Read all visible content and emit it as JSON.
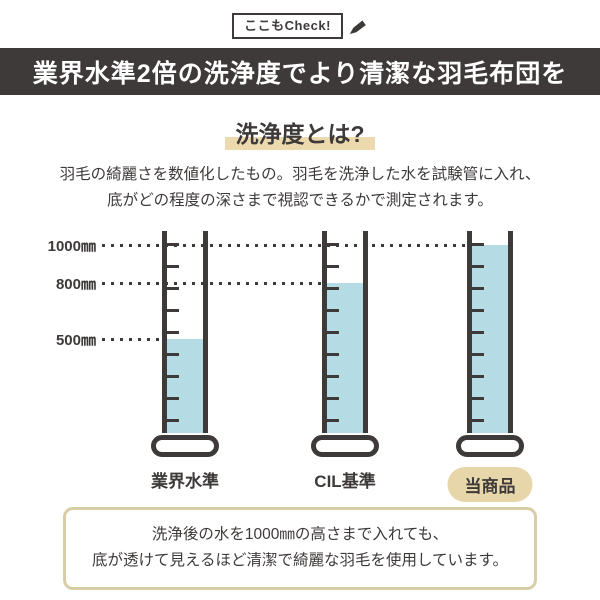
{
  "badge": {
    "label": "ここもCheck!"
  },
  "header": {
    "title": "業界水準2倍の洗浄度でより清潔な羽毛布団を",
    "bg_color": "#3e3a39",
    "text_color": "#ffffff"
  },
  "section": {
    "heading": "洗浄度とは?",
    "description_line1": "羽毛の綺麗さを数値化したもの。羽毛を洗浄した水を試験管に入れ、",
    "description_line2": "底がどの程度の深さまで視認できるかで測定されます。"
  },
  "diagram": {
    "type": "comparison-cylinders",
    "unit": "㎜",
    "axis_labels": [
      "1000㎜",
      "800㎜",
      "500㎜"
    ],
    "axis_values_mm": [
      1000,
      800,
      500
    ],
    "cylinders": [
      {
        "label": "業界水準",
        "fill_mm": 500,
        "highlighted": false
      },
      {
        "label": "CIL基準",
        "fill_mm": 800,
        "highlighted": false
      },
      {
        "label": "当商品",
        "fill_mm": 1000,
        "highlighted": true
      }
    ],
    "colors": {
      "water": "#b5dce5",
      "outline": "#3e3a39",
      "highlight_pill": "#e8d6ab",
      "heading_highlight": "#ecd9ae",
      "note_border": "#d9cda8"
    }
  },
  "note": {
    "line1": "洗浄後の水を1000㎜の高さまで入れても、",
    "line2": "底が透けて見えるほど清潔で綺麗な羽毛を使用しています。"
  }
}
